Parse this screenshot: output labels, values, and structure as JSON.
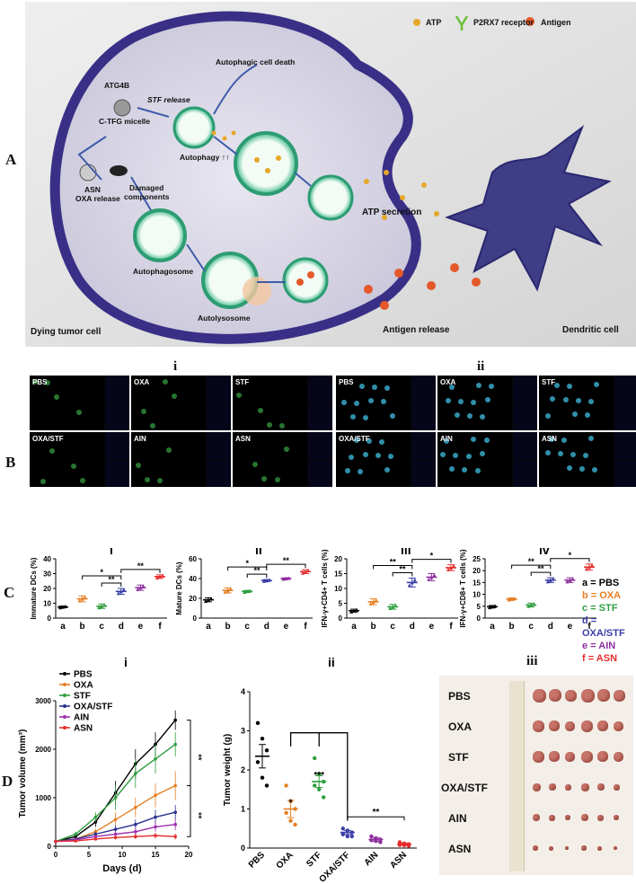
{
  "panel_a": {
    "letter": "A",
    "legend": {
      "atp": "ATP",
      "receptor": "P2RX7 receptor",
      "antigen": "Antigen"
    },
    "labels": {
      "atg4b": "ATG4B",
      "ctfg": "C-TFG micelle",
      "stf_release": "STF release",
      "autophagic_death": "Autophagic cell death",
      "autophagy": "Autophagy ↑↑",
      "asn": "ASN",
      "oxa_release": "OXA release",
      "damaged1": "Damaged",
      "damaged2": "components",
      "autophagosome": "Autophagosome",
      "autolysosome": "Autolysosome",
      "atp_secretion": "ATP secretion",
      "dying_cell": "Dying tumor cell",
      "antigen_release": "Antigen release",
      "dendritic_cell": "Dendritic cell"
    }
  },
  "panel_b": {
    "letter": "B",
    "group_i": {
      "title": "i",
      "cells": [
        "PBS",
        "OXA",
        "STF",
        "OXA/STF",
        "AIN",
        "ASN"
      ]
    },
    "group_ii": {
      "title": "ii",
      "cells": [
        "PBS",
        "OXA",
        "STF",
        "OXA/STF",
        "AIN",
        "ASN"
      ]
    }
  },
  "panel_c": {
    "letter": "C",
    "legend": [
      "a = PBS",
      "b = OXA",
      "c = STF",
      "d = OXA/STF",
      "e = AIN",
      "f = ASN"
    ],
    "legend_colors": [
      "#000000",
      "#e67e22",
      "#2e9e3e",
      "#3b3fa8",
      "#8e2f9e",
      "#e52e2e"
    ]
  },
  "panel_d": {
    "letter": "D",
    "photo_title": "iii",
    "photo_rows": [
      "PBS",
      "OXA",
      "STF",
      "OXA/STF",
      "AIN",
      "ASN"
    ]
  },
  "chart_data": [
    {
      "type": "scatter",
      "title": "i",
      "ylabel": "Immature DCs (%)",
      "categories": [
        "a",
        "b",
        "c",
        "d",
        "e",
        "f"
      ],
      "ylim": [
        0,
        40
      ],
      "yticks": [
        0,
        10,
        20,
        30,
        40
      ],
      "means": [
        7.5,
        13,
        8,
        18,
        20.5,
        28
      ],
      "errors": [
        0.6,
        2,
        1.5,
        2,
        1.8,
        1.2
      ],
      "significance": [
        {
          "from": "b",
          "to": "d",
          "label": "*"
        },
        {
          "from": "c",
          "to": "d",
          "label": "**"
        },
        {
          "from": "d",
          "to": "f",
          "label": "**"
        }
      ]
    },
    {
      "type": "scatter",
      "title": "ii",
      "ylabel": "Mature DCs (%)",
      "categories": [
        "a",
        "b",
        "c",
        "d",
        "e",
        "f"
      ],
      "ylim": [
        0,
        60
      ],
      "yticks": [
        0,
        20,
        40,
        60
      ],
      "means": [
        18.5,
        28,
        27,
        38,
        40,
        47
      ],
      "errors": [
        2,
        2.5,
        1,
        1,
        0.8,
        2
      ],
      "significance": [
        {
          "from": "b",
          "to": "d",
          "label": "*"
        },
        {
          "from": "c",
          "to": "d",
          "label": "**"
        },
        {
          "from": "d",
          "to": "f",
          "label": "**"
        }
      ]
    },
    {
      "type": "scatter",
      "title": "iii",
      "ylabel": "IFN-γ+CD4+ T cells (%)",
      "categories": [
        "a",
        "b",
        "c",
        "d",
        "e",
        "f"
      ],
      "ylim": [
        0,
        20
      ],
      "yticks": [
        0,
        5,
        10,
        15,
        20
      ],
      "means": [
        2.5,
        5.5,
        3.8,
        12,
        13.8,
        17
      ],
      "errors": [
        0.5,
        1,
        0.8,
        1.5,
        1.2,
        1
      ],
      "significance": [
        {
          "from": "b",
          "to": "d",
          "label": "**"
        },
        {
          "from": "c",
          "to": "d",
          "label": "**"
        },
        {
          "from": "d",
          "to": "f",
          "label": "*"
        }
      ]
    },
    {
      "type": "scatter",
      "title": "iv",
      "ylabel": "IFN-γ+CD8+ T cells (%)",
      "categories": [
        "a",
        "b",
        "c",
        "d",
        "e",
        "f"
      ],
      "ylim": [
        0,
        25
      ],
      "yticks": [
        0,
        5,
        10,
        15,
        20,
        25
      ],
      "means": [
        4.8,
        8,
        5.5,
        16,
        16,
        21.5
      ],
      "errors": [
        0.5,
        0.5,
        0.8,
        1,
        1,
        1.3
      ],
      "significance": [
        {
          "from": "b",
          "to": "d",
          "label": "**"
        },
        {
          "from": "c",
          "to": "d",
          "label": "**"
        },
        {
          "from": "d",
          "to": "f",
          "label": "*"
        }
      ]
    },
    {
      "type": "line",
      "title": "i",
      "xlabel": "Days (d)",
      "ylabel": "Tumor volume (mm³)",
      "xlim": [
        0,
        20
      ],
      "xticks": [
        0,
        5,
        10,
        15,
        20
      ],
      "ylim": [
        0,
        3000
      ],
      "yticks": [
        0,
        1000,
        2000,
        3000
      ],
      "x": [
        0,
        3,
        6,
        9,
        12,
        15,
        18
      ],
      "series": [
        {
          "name": "PBS",
          "color": "#000000",
          "values": [
            100,
            200,
            500,
            1100,
            1700,
            2100,
            2600
          ],
          "errors": [
            20,
            50,
            100,
            250,
            300,
            250,
            200
          ]
        },
        {
          "name": "OXA",
          "color": "#e67e22",
          "values": [
            100,
            150,
            300,
            550,
            800,
            1050,
            1250
          ],
          "errors": [
            20,
            40,
            60,
            150,
            200,
            250,
            300
          ]
        },
        {
          "name": "STF",
          "color": "#2e9e3e",
          "values": [
            100,
            250,
            600,
            1000,
            1500,
            1800,
            2100
          ],
          "errors": [
            20,
            50,
            100,
            250,
            300,
            300,
            250
          ]
        },
        {
          "name": "OXA/STF",
          "color": "#2a3190",
          "values": [
            100,
            150,
            250,
            350,
            450,
            600,
            700
          ],
          "errors": [
            20,
            30,
            50,
            80,
            100,
            150,
            150
          ]
        },
        {
          "name": "AIN",
          "color": "#9e2fae",
          "values": [
            100,
            130,
            200,
            250,
            300,
            400,
            450
          ],
          "errors": [
            20,
            30,
            40,
            60,
            80,
            100,
            120
          ]
        },
        {
          "name": "ASN",
          "color": "#e52e2e",
          "values": [
            100,
            110,
            150,
            180,
            200,
            220,
            200
          ],
          "errors": [
            20,
            20,
            30,
            40,
            50,
            60,
            60
          ]
        }
      ],
      "significance": [
        "**",
        "**"
      ]
    },
    {
      "type": "scatter",
      "title": "ii",
      "ylabel": "Tumor weight (g)",
      "categories": [
        "PBS",
        "OXA",
        "STF",
        "OXA/STF",
        "AIN",
        "ASN"
      ],
      "colors": [
        "#000000",
        "#e67e22",
        "#2e9e3e",
        "#3b3fa8",
        "#8e2f9e",
        "#e52e2e"
      ],
      "ylim": [
        0,
        4
      ],
      "yticks": [
        0,
        1,
        2,
        3,
        4
      ],
      "means": [
        2.35,
        1.0,
        1.7,
        0.4,
        0.22,
        0.1
      ],
      "errors": [
        0.3,
        0.22,
        0.15,
        0.05,
        0.05,
        0.03
      ],
      "points": [
        [
          3.2,
          2.8,
          2.5,
          2.2,
          1.8,
          1.6
        ],
        [
          1.6,
          1.2,
          1.0,
          0.9,
          0.7,
          0.6
        ],
        [
          2.3,
          1.9,
          1.7,
          1.6,
          1.5,
          1.3
        ],
        [
          0.5,
          0.45,
          0.4,
          0.35,
          0.3,
          0.3
        ],
        [
          0.3,
          0.25,
          0.22,
          0.2,
          0.18,
          0.15
        ],
        [
          0.15,
          0.12,
          0.1,
          0.08,
          0.07,
          0.06
        ]
      ],
      "point_labels": [
        "",
        "*",
        "***",
        "",
        "",
        ""
      ],
      "significance": [
        {
          "from": "OXA/STF",
          "to": "ASN",
          "label": "**"
        }
      ]
    }
  ]
}
